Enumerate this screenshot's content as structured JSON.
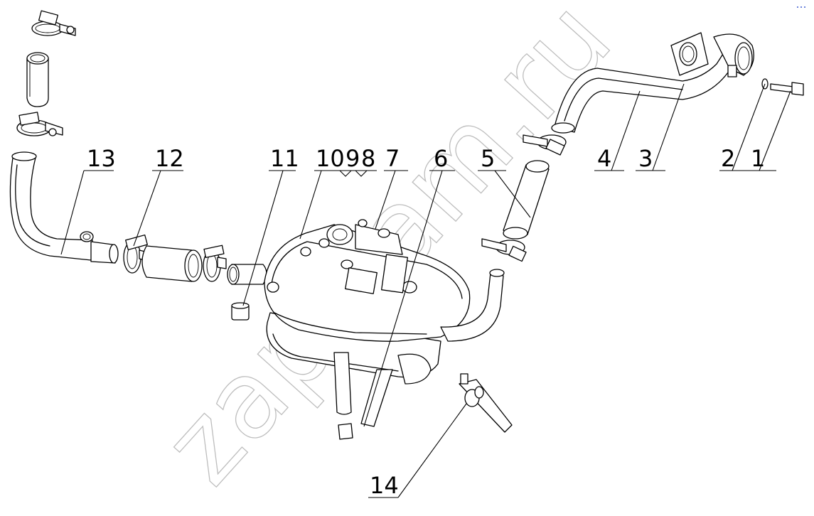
{
  "watermark": "zap-kam.ru",
  "callouts": [
    {
      "id": "c1",
      "text": "1"
    },
    {
      "id": "c2",
      "text": "2"
    },
    {
      "id": "c3",
      "text": "3"
    },
    {
      "id": "c4",
      "text": "4"
    },
    {
      "id": "c5",
      "text": "5"
    },
    {
      "id": "c6",
      "text": "6"
    },
    {
      "id": "c7",
      "text": "7"
    },
    {
      "id": "c8",
      "text": "8"
    },
    {
      "id": "c9",
      "text": "9"
    },
    {
      "id": "c10",
      "text": "10"
    },
    {
      "id": "c11",
      "text": "11"
    },
    {
      "id": "c12",
      "text": "12"
    },
    {
      "id": "c13",
      "text": "13"
    },
    {
      "id": "c14",
      "text": "14"
    }
  ]
}
